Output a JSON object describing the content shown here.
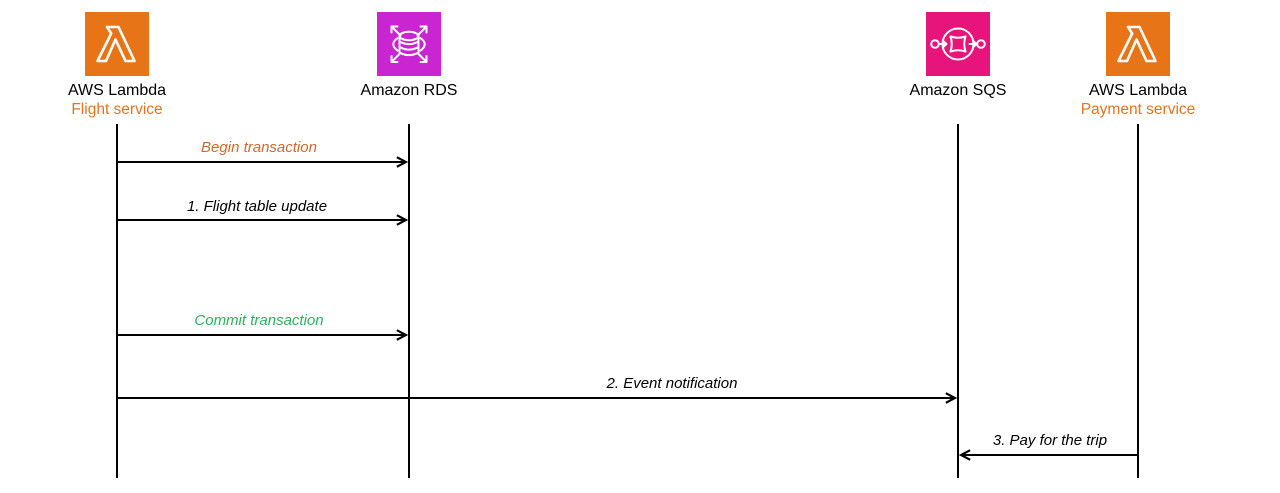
{
  "diagram": {
    "background_color": "#FFFFFF",
    "line_color": "#000000"
  },
  "actors": [
    {
      "id": "flight-lambda",
      "title": "AWS Lambda",
      "subtitle": "Flight service",
      "subtitle_color": "#E2751E",
      "icon": "aws-lambda-icon",
      "color": "#E87418"
    },
    {
      "id": "rds",
      "title": "Amazon RDS",
      "subtitle": "",
      "subtitle_color": "",
      "icon": "amazon-rds-icon",
      "color": "#C925D1"
    },
    {
      "id": "sqs",
      "title": "Amazon SQS",
      "subtitle": "",
      "subtitle_color": "",
      "icon": "amazon-sqs-icon",
      "color": "#E7157B"
    },
    {
      "id": "payment-lambda",
      "title": "AWS Lambda",
      "subtitle": "Payment service",
      "subtitle_color": "#E2751E",
      "icon": "aws-lambda-icon",
      "color": "#E87418"
    }
  ],
  "messages": [
    {
      "label": "Begin transaction",
      "color": "#CC6A2D",
      "from": "flight-lambda",
      "to": "rds",
      "direction": "right"
    },
    {
      "label": "1. Flight table update",
      "color": "#000000",
      "from": "flight-lambda",
      "to": "rds",
      "direction": "right"
    },
    {
      "label": "Commit transaction",
      "color": "#28B25F",
      "from": "flight-lambda",
      "to": "rds",
      "direction": "right"
    },
    {
      "label": "2. Event notification",
      "color": "#000000",
      "from": "flight-lambda",
      "to": "sqs",
      "direction": "right"
    },
    {
      "label": "3. Pay for the trip",
      "color": "#000000",
      "from": "payment-lambda",
      "to": "sqs",
      "direction": "left"
    }
  ]
}
